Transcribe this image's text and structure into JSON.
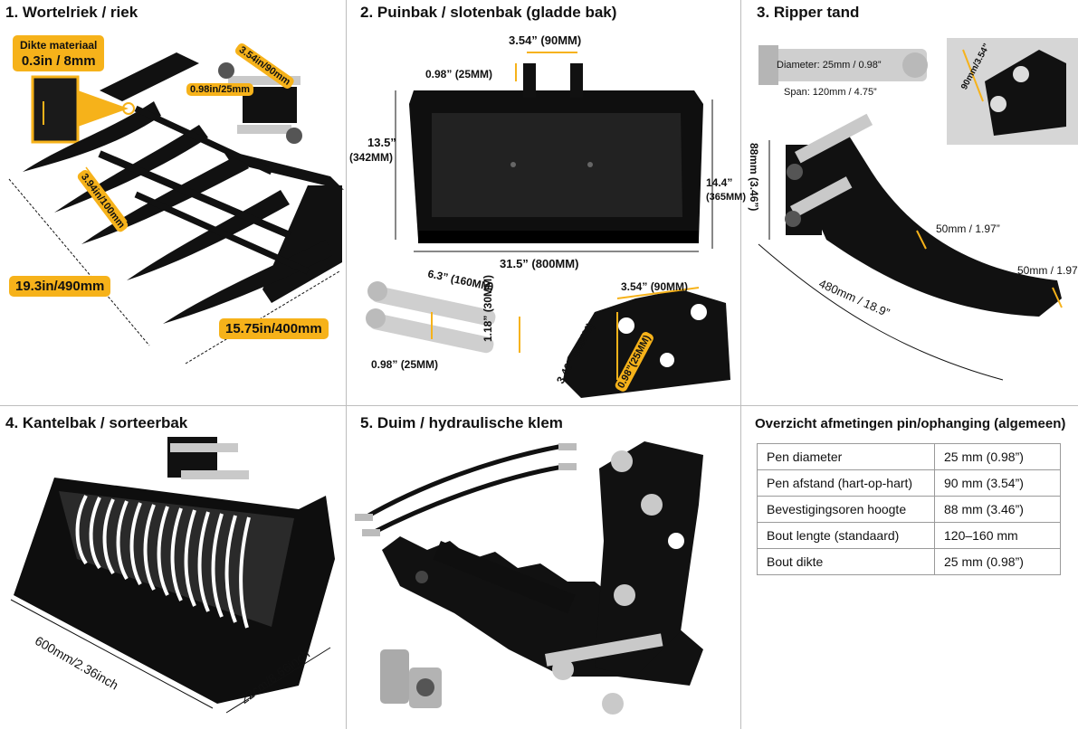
{
  "colors": {
    "accent": "#f6b21a",
    "steel": "#111111",
    "chrome": "#c9c9c9",
    "divider": "#bdbdbd"
  },
  "panels": {
    "p1": {
      "title": "1. Wortelriek / riek",
      "material_label_top": "Dikte materiaal",
      "material_label_bottom": "0.3in / 8mm",
      "pin_spacing": "3.54in/90mm",
      "pin_diameter": "0.98in/25mm",
      "tine_spacing": "3.94in/100mm",
      "length": "19.3in/490mm",
      "width": "15.75in/400mm"
    },
    "p2": {
      "title": "2. Puinbak / slotenbak (gladde bak)",
      "ear_spacing": "3.54” (90MM)",
      "ear_thickness": "0.98” (25MM)",
      "height_in": "13.5”",
      "height_mm": "(342MM)",
      "depth_in": "14.4”",
      "depth_mm": "(365MM)",
      "width": "31.5” (800MM)",
      "pin_length": "6.3” (160MM)",
      "pin_diameter": "0.98” (25MM)",
      "pin_head": "1.18” (30MM)",
      "bracket_spacing": "3.54” (90MM)",
      "bracket_height": "3.46” (88MM)",
      "bracket_hole": "0.98”(25MM)"
    },
    "p3": {
      "title": "3. Ripper tand",
      "pin_diameter": "Diameter: 25mm / 0.98”",
      "pin_span": "Span: 120mm / 4.75”",
      "ear_spacing": "90mm/3.54”",
      "ear_height": "88mm (3.46”)",
      "shank_width": "50mm / 1.97”",
      "tip_width": "50mm / 1.97",
      "length": "480mm / 18.9”"
    },
    "p4": {
      "title": "4. Kantelbak / sorteerbak",
      "width": "600mm/2.36inch",
      "depth": "22cm/8.66inch"
    },
    "p5": {
      "title": "5.  Duim / hydraulische klem"
    }
  },
  "summary": {
    "title": "Overzicht afmetingen pin/ophanging (algemeen)",
    "rows": [
      {
        "label": "Pen diameter",
        "value": "25 mm (0.98”)"
      },
      {
        "label": "Pen afstand (hart-op-hart)",
        "value": "90 mm (3.54”)"
      },
      {
        "label": "Bevestigingsoren hoogte",
        "value": "88 mm (3.46”)"
      },
      {
        "label": "Bout lengte (standaard)",
        "value": "120–160 mm"
      },
      {
        "label": "Bout dikte",
        "value": "25 mm (0.98”)"
      }
    ]
  }
}
